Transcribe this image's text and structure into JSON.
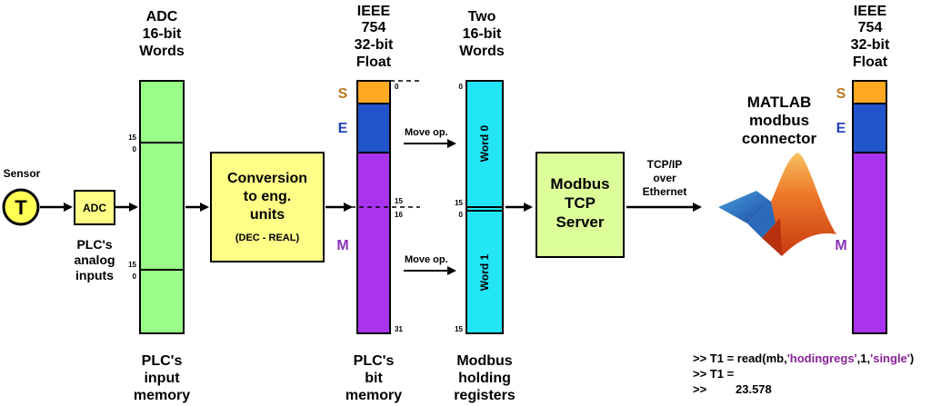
{
  "heading": {
    "adc_words": [
      "ADC",
      "16-bit",
      "Words"
    ],
    "ieee_left": [
      "IEEE",
      "754",
      "32-bit",
      "Float"
    ],
    "two_words": [
      "Two",
      "16-bit",
      "Words"
    ],
    "ieee_right": [
      "IEEE",
      "754",
      "32-bit",
      "Float"
    ]
  },
  "sensor": {
    "label": "Sensor",
    "symbol": "T"
  },
  "adc_box": {
    "label": "ADC"
  },
  "plc_analog": [
    "PLC's",
    "analog",
    "inputs"
  ],
  "conversion": {
    "lines": [
      "Conversion",
      "to eng.",
      "units"
    ],
    "sub": "(DEC - REAL)"
  },
  "adc_ticks": {
    "a": "15",
    "b": "0",
    "c": "15",
    "d": "0"
  },
  "float_letters": {
    "s": "S",
    "e": "E",
    "m": "M"
  },
  "float_ticks": {
    "t0": "0",
    "t15": "15",
    "t16": "16",
    "t31": "31"
  },
  "move_ops": {
    "top": "Move op.",
    "bottom": "Move op."
  },
  "words": {
    "word0": "Word 0",
    "word1": "Word 1",
    "t0a": "0",
    "t15a": "15",
    "t0b": "0",
    "t15b": "15"
  },
  "modbus_server": [
    "Modbus",
    "TCP",
    "Server"
  ],
  "tcp_label": [
    "TCP/IP",
    "over",
    "Ethernet"
  ],
  "matlab_label": [
    "MATLAB",
    "modbus",
    "connector"
  ],
  "bottom_labels": {
    "input_memory": [
      "PLC's",
      "input",
      "memory"
    ],
    "bit_memory": [
      "PLC's",
      "bit",
      "memory"
    ],
    "holding": [
      "Modbus",
      "holding",
      "registers"
    ]
  },
  "code": {
    "line1_prefix": ">> T1 = read(mb,",
    "line1_arg1": "'hodingregs'",
    "line1_mid": ",1,",
    "line1_arg2": "'single'",
    "line1_suffix": ")",
    "line2": ">> T1 =",
    "line3_prompt": ">>",
    "line3_value": "23.578"
  },
  "colors": {
    "green": "#99ff88",
    "yellow": "#ffff88",
    "lime": "#ddff99",
    "cyan": "#22e5f5",
    "sign": "#ffaa22",
    "exponent": "#2255cc",
    "mantissa": "#aa33ee",
    "letter_s": "#bb7722",
    "letter_e": "#2244bb",
    "letter_m": "#8833bb",
    "code_purple": "#882299"
  }
}
